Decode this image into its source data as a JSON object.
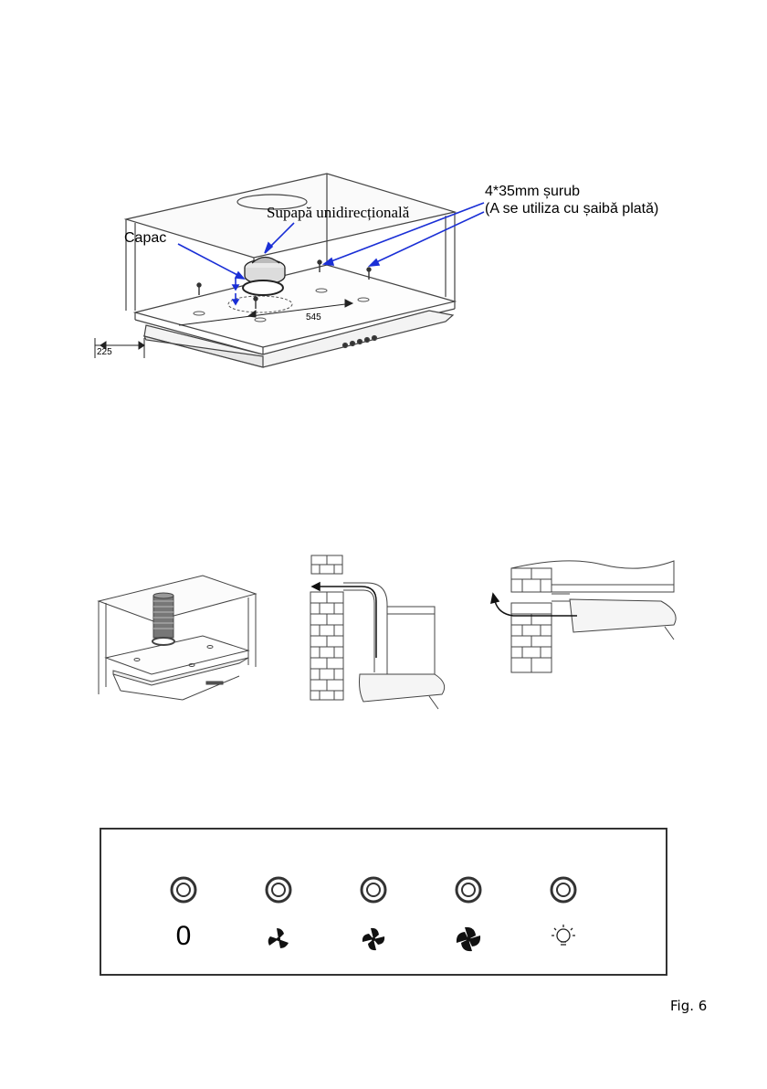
{
  "figure1": {
    "label_valve": "Supapă unidirecționalǎ",
    "label_cap": "Capac",
    "label_screw_line1": "4*35mm șurub",
    "label_screw_line2": "(A se utiliza cu șaibǎ platǎ)",
    "dim_width": "545",
    "dim_depth": "225"
  },
  "control_panel": {
    "buttons": [
      {
        "symbol": "0",
        "icon": "off-icon"
      },
      {
        "symbol": "",
        "icon": "fan-speed-1-icon"
      },
      {
        "symbol": "",
        "icon": "fan-speed-2-icon"
      },
      {
        "symbol": "",
        "icon": "fan-speed-3-icon"
      },
      {
        "symbol": "",
        "icon": "light-bulb-icon"
      }
    ]
  },
  "caption": "Fig. 6",
  "colors": {
    "arrow": "#1a2fd6",
    "line": "#333333",
    "brick": "#555555"
  }
}
